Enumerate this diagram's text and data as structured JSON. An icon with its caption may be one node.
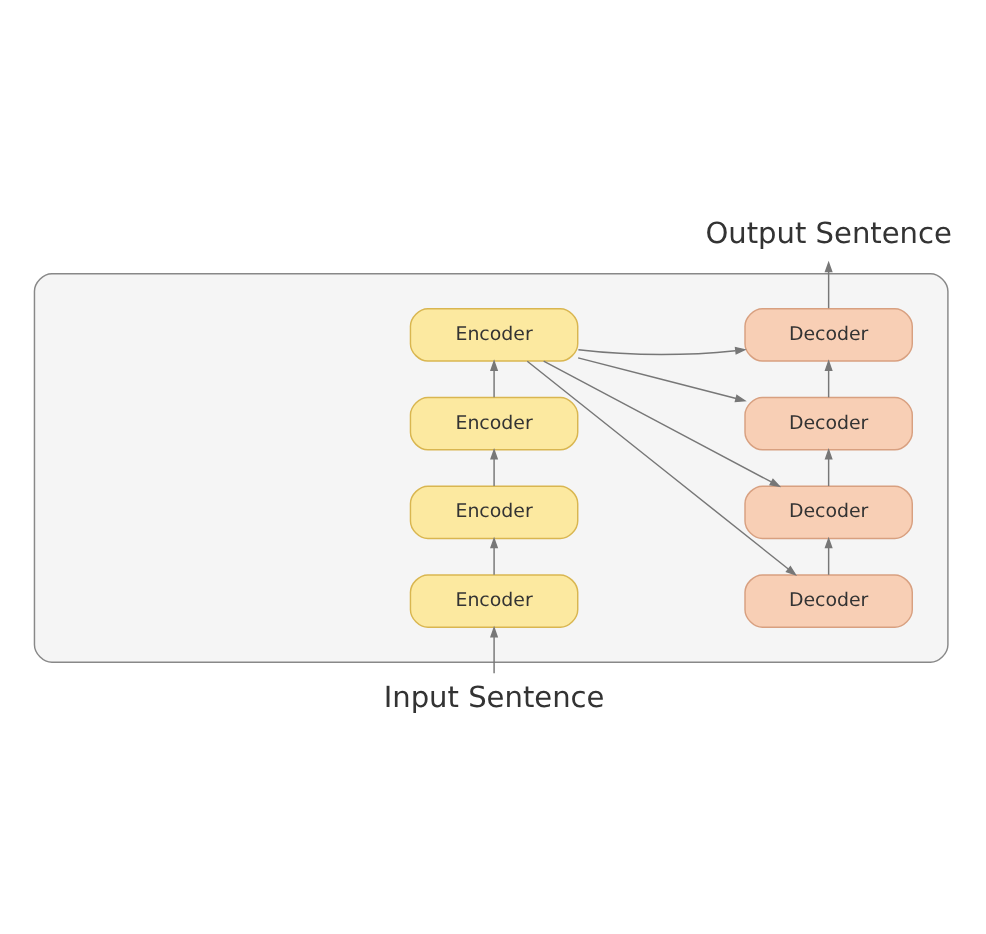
{
  "diagram": {
    "nodes": [
      {
        "text": [
          "Output Sentence"
        ]
      },
      {
        "text": [],
        "shape": "box"
      },
      {
        "text": [
          "Encoder"
        ],
        "in": 1
      },
      {
        "text": [
          "Decoder"
        ],
        "in": 1
      },
      {
        "text": [
          "Encoder"
        ],
        "in": 1
      },
      {
        "text": [
          "Decoder"
        ],
        "in": 1
      },
      {
        "text": [
          "Encoder"
        ],
        "in": 1
      },
      {
        "text": [
          "Decoder"
        ],
        "in": 1
      },
      {
        "text": [
          "Encoder"
        ],
        "in": 1
      },
      {
        "text": [
          "Decoder"
        ],
        "in": 1
      },
      {
        "text": [
          "Input Sentence"
        ]
      }
    ],
    "edges": [
      {
        "from": 10,
        "to": 8,
        "arrow": "to"
      },
      {
        "from": 8,
        "to": 6,
        "arrow": "to"
      },
      {
        "from": 6,
        "to": 4,
        "arrow": "to"
      },
      {
        "from": 4,
        "to": 2,
        "arrow": "to"
      },
      {
        "from": 2,
        "to": 3,
        "arrow": "to"
      },
      {
        "from": 2,
        "to": 5,
        "arrow": "to"
      },
      {
        "from": 2,
        "to": 7,
        "arrow": "to"
      },
      {
        "from": 2,
        "to": 9,
        "arrow": "to"
      },
      {
        "from": 9,
        "to": 7,
        "arrow": "to"
      },
      {
        "from": 7,
        "to": 5,
        "arrow": "to"
      },
      {
        "from": 5,
        "to": 3,
        "arrow": "to"
      },
      {
        "from": 3,
        "to": 0,
        "arrow": "to"
      }
    ]
  }
}
